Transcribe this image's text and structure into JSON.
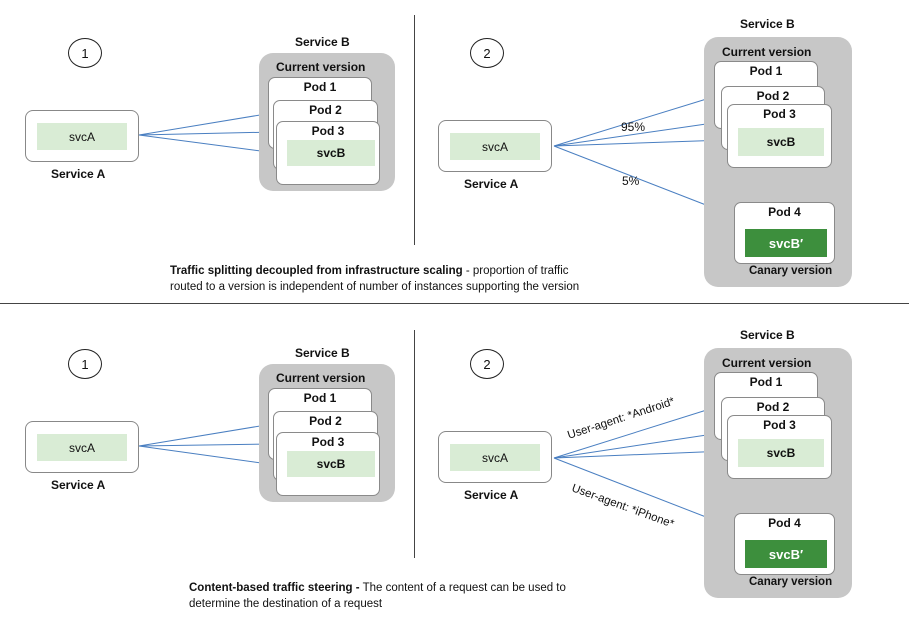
{
  "top": {
    "left": {
      "step": "1",
      "service_a": {
        "chip": "svcA",
        "label": "Service A"
      },
      "service_b": {
        "title": "Service B",
        "group_label": "Current version",
        "pods": [
          "Pod 1",
          "Pod 2",
          "Pod 3"
        ],
        "chip": "svcB"
      }
    },
    "right": {
      "step": "2",
      "service_a": {
        "chip": "svcA",
        "label": "Service A"
      },
      "service_b": {
        "title": "Service B",
        "group_label": "Current version",
        "pods": [
          "Pod 1",
          "Pod 2",
          "Pod 3"
        ],
        "chip": "svcB",
        "canary_pod": "Pod 4",
        "canary_chip": "svcB′",
        "canary_label": "Canary version"
      },
      "split_primary": "95%",
      "split_canary": "5%"
    },
    "caption_bold": "Traffic splitting decoupled from infrastructure scaling",
    "caption_rest": " - proportion of traffic",
    "caption_line2": "routed to a version is independent of number of instances supporting the version"
  },
  "bottom": {
    "left": {
      "step": "1",
      "service_a": {
        "chip": "svcA",
        "label": "Service A"
      },
      "service_b": {
        "title": "Service B",
        "group_label": "Current version",
        "pods": [
          "Pod 1",
          "Pod 2",
          "Pod 3"
        ],
        "chip": "svcB"
      }
    },
    "right": {
      "step": "2",
      "service_a": {
        "chip": "svcA",
        "label": "Service A"
      },
      "service_b": {
        "title": "Service B",
        "group_label": "Current version",
        "pods": [
          "Pod 1",
          "Pod 2",
          "Pod 3"
        ],
        "chip": "svcB",
        "canary_pod": "Pod 4",
        "canary_chip": "svcB′",
        "canary_label": "Canary version"
      },
      "route_android": "User-agent: *Android*",
      "route_iphone": "User-agent: *iPhone*"
    },
    "caption_bold": "Content-based traffic steering -",
    "caption_rest": " The content of a request can be used to",
    "caption_line2": "determine the destination of a request"
  },
  "colors": {
    "arrow": "#4a7fc1",
    "chip": "#d9ecd5",
    "canary_chip": "#3d8f3d",
    "group": "#c7c7c7"
  }
}
